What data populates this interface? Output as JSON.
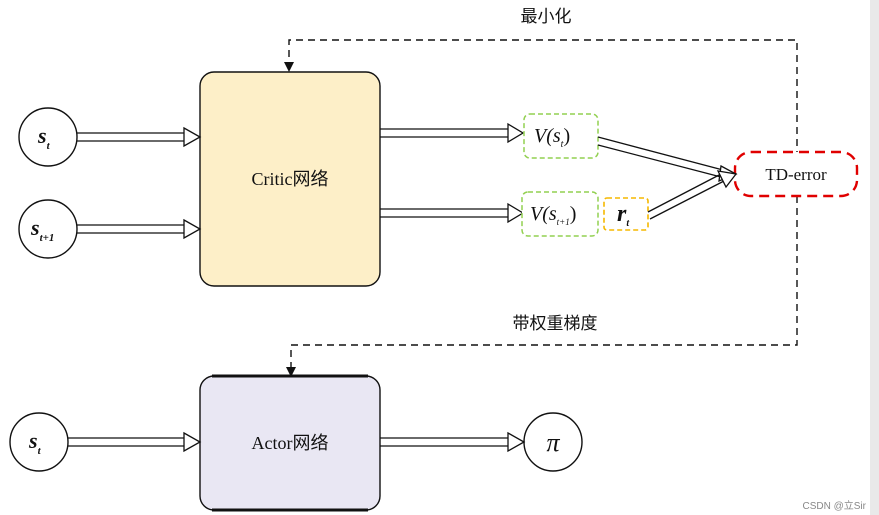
{
  "nodes": {
    "critic_box": {
      "label": "Critic网络",
      "color": "#fdefc8"
    },
    "actor_box": {
      "label": "Actor网络",
      "color": "#e9e7f3"
    },
    "st_top": {
      "base": "s",
      "sub": "t"
    },
    "st1": {
      "base": "s",
      "sub": "t+1"
    },
    "st_bottom": {
      "base": "s",
      "sub": "t"
    },
    "v_st": {
      "text": "V(s",
      "sub": "t",
      "close": ")",
      "border": "#92d050"
    },
    "v_st1": {
      "text": "V(s",
      "sub": "t+1",
      "close": ")",
      "border": "#92d050"
    },
    "rt": {
      "base": "r",
      "sub": "t",
      "border": "#f5b800"
    },
    "td_error": {
      "label": "TD-error",
      "border": "#e00000"
    },
    "pi": {
      "label": "π"
    }
  },
  "labels": {
    "minimize": "最小化",
    "weighted_gradient": "带权重梯度"
  },
  "watermark": "CSDN @立Sir"
}
